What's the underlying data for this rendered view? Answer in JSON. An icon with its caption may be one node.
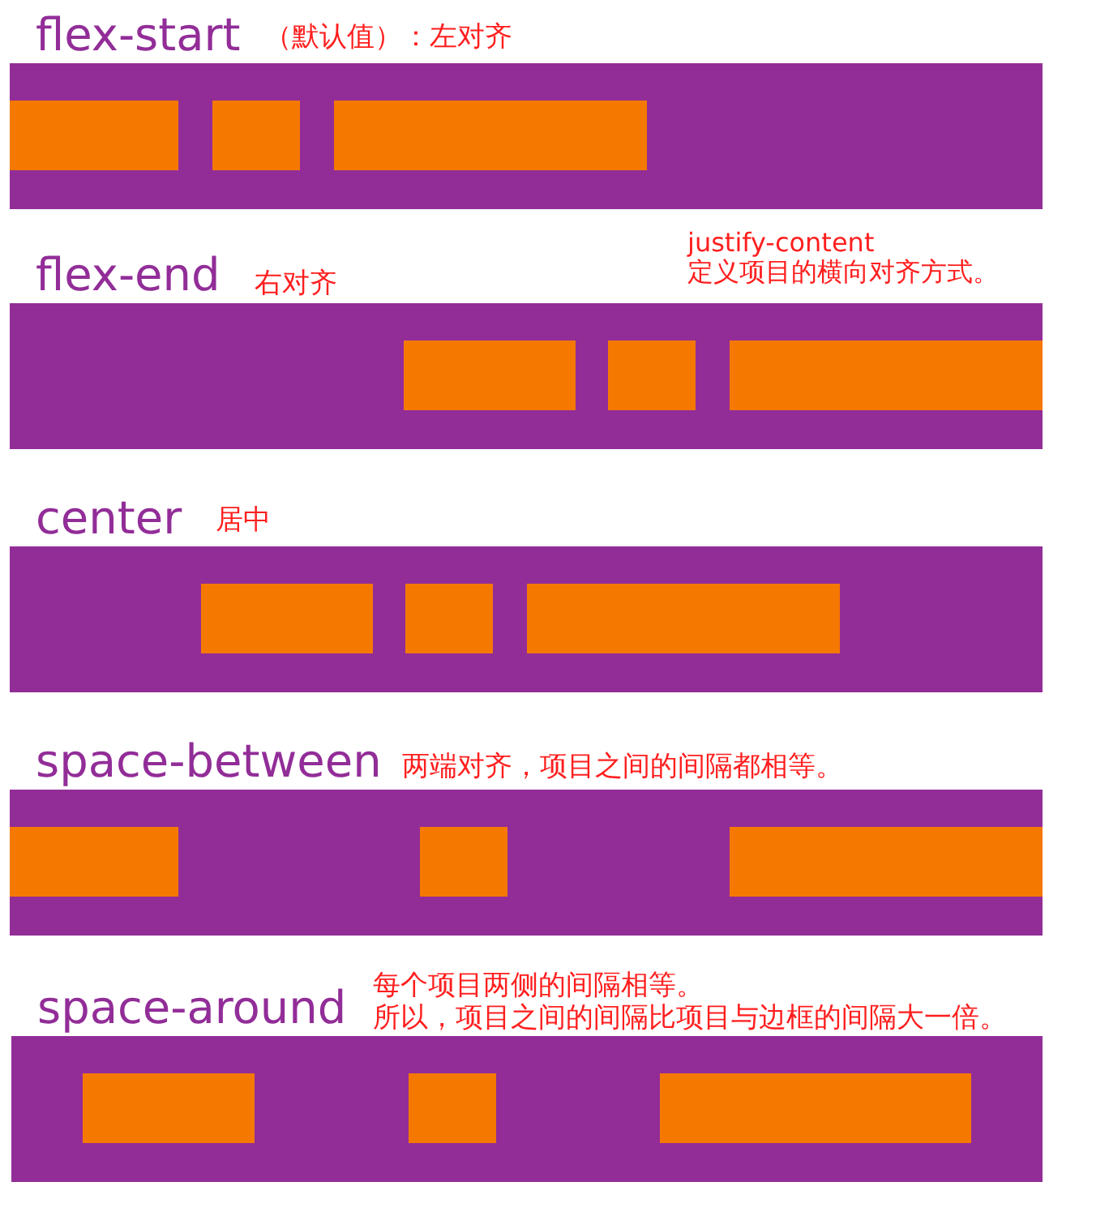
{
  "diagram": {
    "nodes": [
      {
        "text": [
          "flex-start"
        ],
        "beside": [
          "（默认值）：左对齐"
        ]
      },
      {
        "text": [],
        "shape": "box",
        "in": 0
      },
      {
        "text": [],
        "shape": "box",
        "in": 0
      },
      {
        "text": [],
        "shape": "box",
        "in": 0
      },
      {
        "text": [
          "flex-end"
        ],
        "beside": [
          "右对齐"
        ]
      },
      {
        "text": [],
        "shape": "box",
        "in": 4
      },
      {
        "text": [],
        "shape": "box",
        "in": 4
      },
      {
        "text": [],
        "shape": "box",
        "in": 4
      },
      {
        "text": [
          "center"
        ],
        "beside": [
          "居中"
        ]
      },
      {
        "text": [],
        "shape": "box",
        "in": 8
      },
      {
        "text": [],
        "shape": "box",
        "in": 8
      },
      {
        "text": [],
        "shape": "box",
        "in": 8
      },
      {
        "text": [
          "space-between"
        ],
        "beside": [
          "两端对齐，项目之间的间隔都相等。"
        ]
      },
      {
        "text": [],
        "shape": "box",
        "in": 12
      },
      {
        "text": [],
        "shape": "box",
        "in": 12
      },
      {
        "text": [],
        "shape": "box",
        "in": 12
      },
      {
        "text": [
          "space-around"
        ],
        "beside": [
          "每个项目两侧的间隔相等。",
          "所以，项目之间的间隔比项目与边框的间隔大一倍。"
        ]
      },
      {
        "text": [],
        "shape": "box",
        "in": 16
      },
      {
        "text": [],
        "shape": "box",
        "in": 16
      },
      {
        "text": [],
        "shape": "box",
        "in": 16
      }
    ],
    "labels": [
      "justify-content",
      "定义项目的横向对齐方式。"
    ]
  }
}
